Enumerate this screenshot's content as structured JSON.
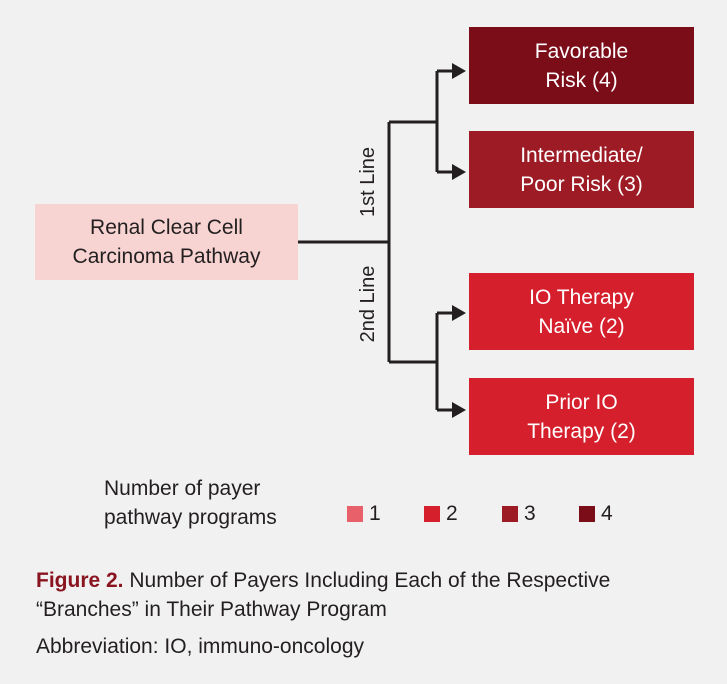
{
  "root": {
    "line1": "Renal Clear Cell",
    "line2": "Carcinoma Pathway"
  },
  "branches": {
    "first_line_label": "1st Line",
    "second_line_label": "2nd Line"
  },
  "leaves": [
    {
      "line1": "Favorable",
      "line2": "Risk (4)",
      "color": "#7b0d18",
      "count": 4
    },
    {
      "line1": "Intermediate/",
      "line2": "Poor Risk (3)",
      "color": "#9c1b24",
      "count": 3
    },
    {
      "line1": "IO Therapy",
      "line2": "Naïve (2)",
      "color": "#d51f2c",
      "count": 2
    },
    {
      "line1": "Prior IO",
      "line2": "Therapy (2)",
      "color": "#d51f2c",
      "count": 2
    }
  ],
  "legend": {
    "label_line1": "Number of payer",
    "label_line2": "pathway programs",
    "items": [
      {
        "value": "1",
        "color": "#e8616a"
      },
      {
        "value": "2",
        "color": "#d51f2c"
      },
      {
        "value": "3",
        "color": "#9c1b24"
      },
      {
        "value": "4",
        "color": "#7b0d18"
      }
    ]
  },
  "caption": {
    "figure_number": "Figure 2.",
    "text": " Number of Payers Including Each of the Respective “Branches” in Their Pathway Program",
    "abbreviation": "Abbreviation: IO, immuno-oncology"
  }
}
